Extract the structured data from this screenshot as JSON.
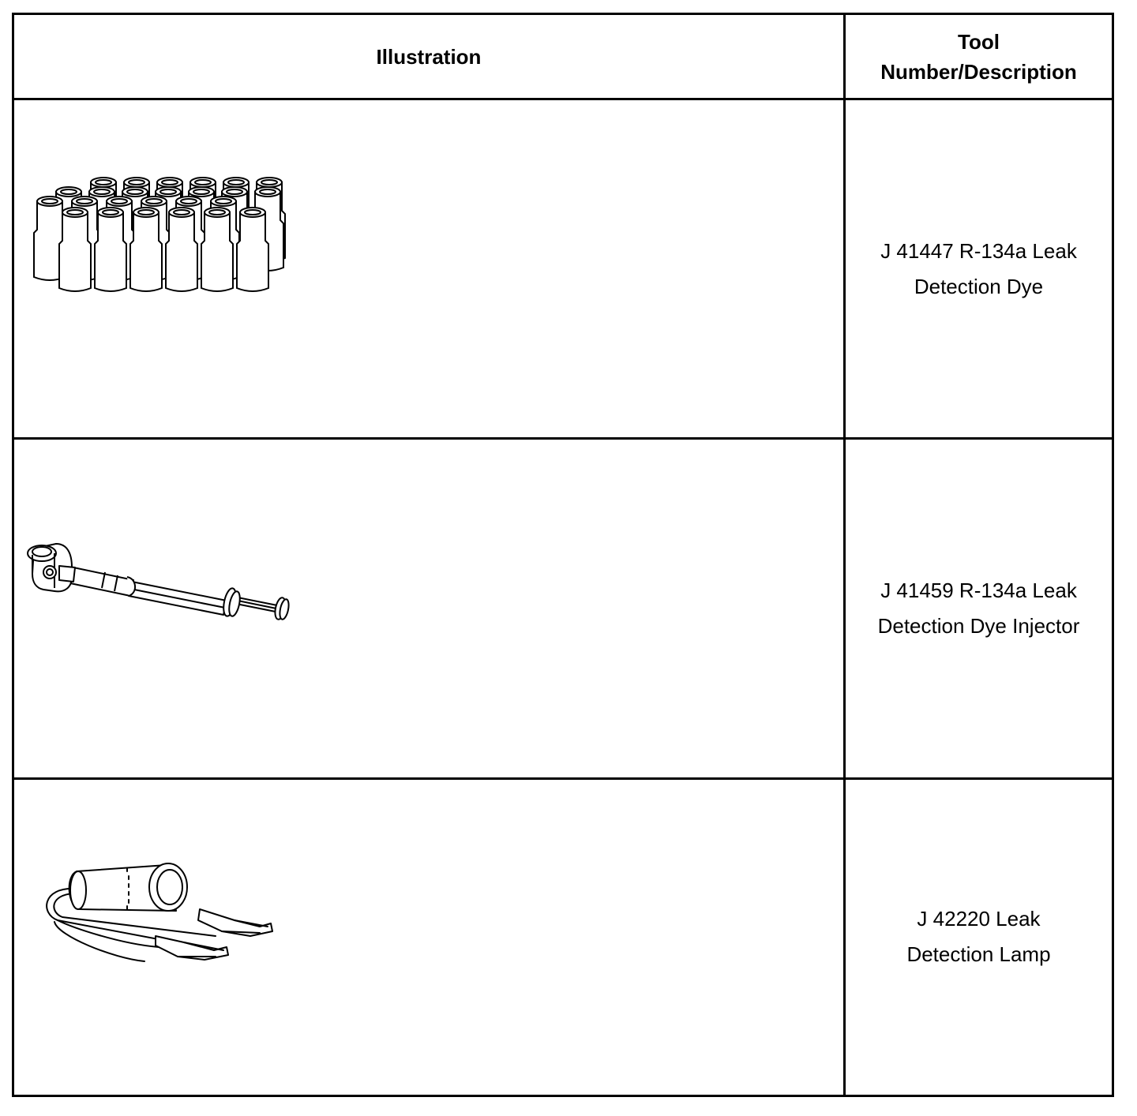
{
  "header": {
    "illustration": "Illustration",
    "tool_line1": "Tool",
    "tool_line2": "Number/Description"
  },
  "rows": [
    {
      "illustration_icon": "dye-bottles-icon",
      "description_line1": "J 41447 R-134a Leak",
      "description_line2": "Detection Dye"
    },
    {
      "illustration_icon": "dye-injector-icon",
      "description_line1": "J 41459 R-134a Leak",
      "description_line2": "Detection Dye Injector"
    },
    {
      "illustration_icon": "leak-detection-lamp-icon",
      "description_line1": "J 42220 Leak",
      "description_line2": "Detection Lamp"
    }
  ]
}
